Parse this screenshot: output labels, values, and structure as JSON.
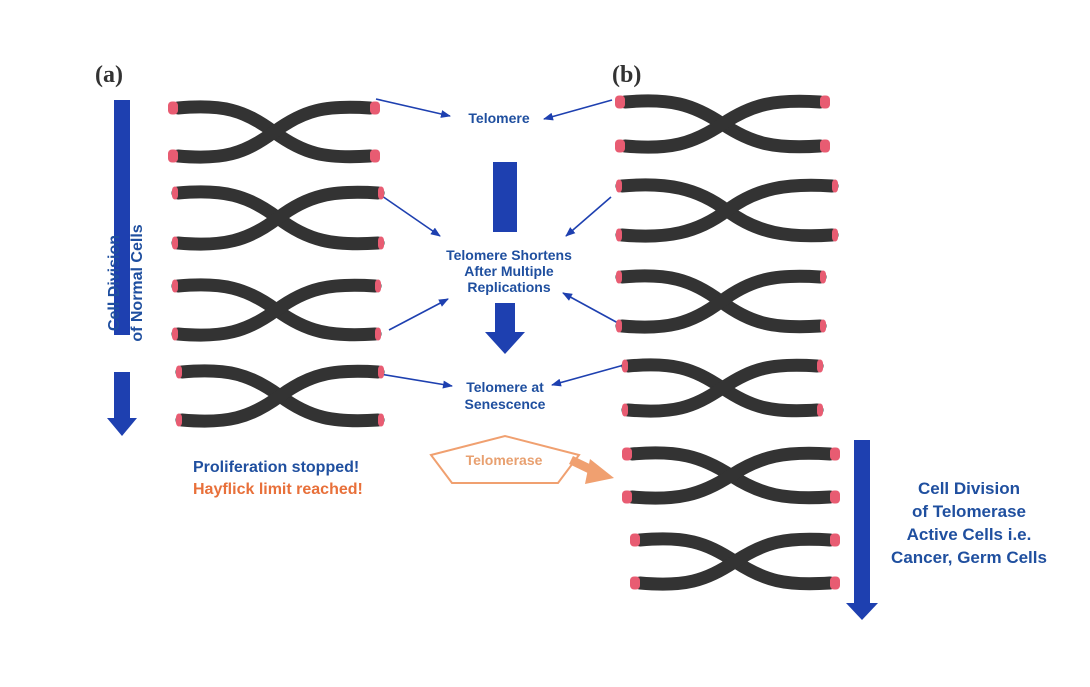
{
  "panels": {
    "a_label": "(a)",
    "b_label": "(b)"
  },
  "labels": {
    "telomere": "Telomere",
    "shortens_line1": "Telomere Shortens",
    "shortens_line2": "After Multiple",
    "shortens_line3": "Replications",
    "senescence_line1": "Telomere at",
    "senescence_line2": "Senescence",
    "telomerase": "Telomerase",
    "proliferation": "Proliferation stopped!",
    "hayflick": "Hayflick limit reached!",
    "normal_line1": "Cell  Division",
    "normal_line2": "of Normal Cells",
    "active_line1": "Cell  Division",
    "active_line2": "of Telomerase",
    "active_line3": "Active Cells i.e.",
    "active_line4": "Cancer, Germ Cells"
  },
  "colors": {
    "chromosome": "#333333",
    "telomere": "#e85c72",
    "arrow_blue": "#1e40b0",
    "text_blue": "#1f4f9f",
    "text_orange": "#e8703a",
    "telomerase_orange": "#f0a070"
  }
}
